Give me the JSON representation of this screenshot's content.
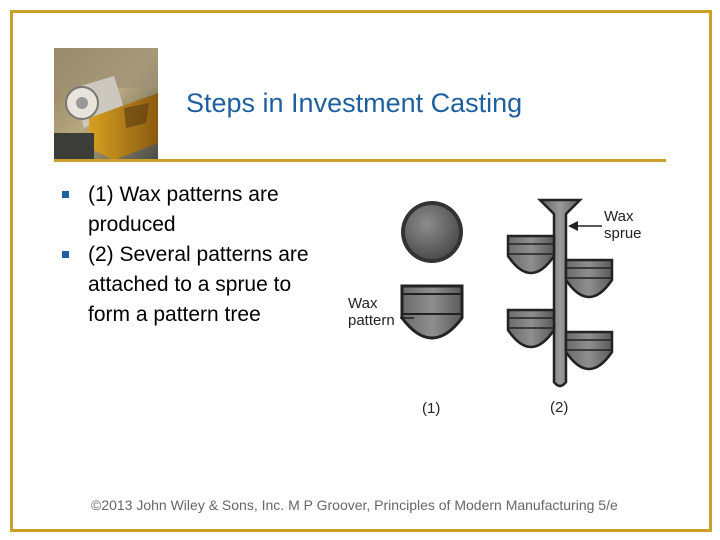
{
  "slide": {
    "title": "Steps in Investment Casting",
    "bullets": [
      "(1) Wax patterns are produced",
      "(2) Several patterns are attached to a sprue to form a pattern tree"
    ],
    "footer": "©2013 John Wiley & Sons, Inc.  M P Groover, Principles of Modern Manufacturing 5/e"
  },
  "figure": {
    "wax_pattern_label": [
      "Wax",
      "pattern"
    ],
    "wax_sprue_label": [
      "Wax",
      "sprue"
    ],
    "step1_label": "(1)",
    "step2_label": "(2)"
  },
  "colors": {
    "accent_gold": "#c8a02a",
    "title_blue": "#1f5f9f"
  }
}
